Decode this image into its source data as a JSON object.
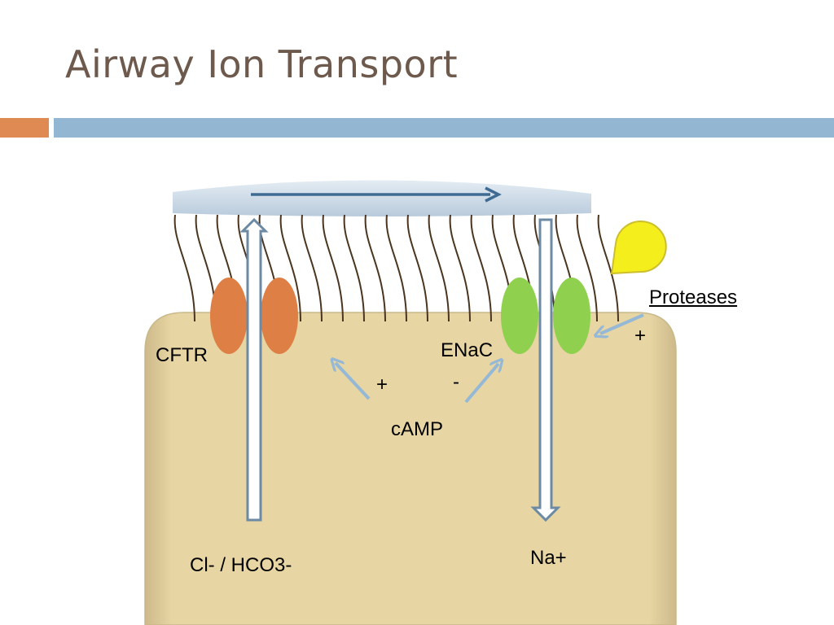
{
  "title": "Airway Ion Transport",
  "labels": {
    "cftr": "CFTR",
    "enac": "ENaC",
    "proteases": "Proteases",
    "camp": "cAMP",
    "cl_hco3": "Cl- / HCO3-",
    "na": "Na+",
    "camp_cftr_sign": "+",
    "camp_enac_sign": "-",
    "protease_sign": "+"
  },
  "colors": {
    "title": "#6e5a4d",
    "accent_orange": "#de8a52",
    "accent_blue": "#93b6d3",
    "cell": "#e6d3a0",
    "cftr": "#de7f45",
    "enac": "#8fd14f",
    "protease": "#f5ee1d",
    "cilia": "#4a3520",
    "mucus": "#c9d8e6",
    "arrow": "#94b8d6"
  },
  "icons": [
    "flow-arrow",
    "cilia",
    "pacman-protease"
  ]
}
